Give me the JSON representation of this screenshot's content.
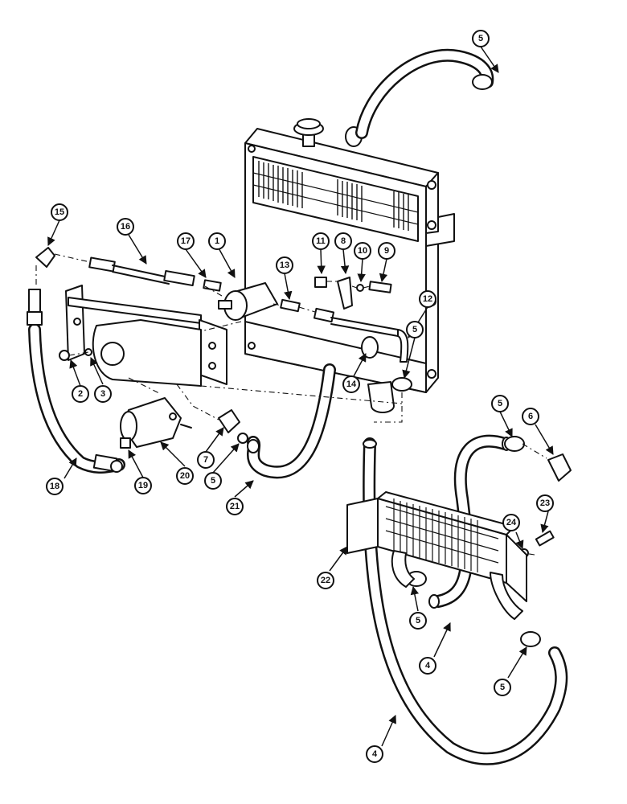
{
  "callouts": [
    {
      "label": "1"
    },
    {
      "label": "2"
    },
    {
      "label": "3"
    },
    {
      "label": "4"
    },
    {
      "label": "4"
    },
    {
      "label": "5"
    },
    {
      "label": "5"
    },
    {
      "label": "5"
    },
    {
      "label": "5"
    },
    {
      "label": "5"
    },
    {
      "label": "5"
    },
    {
      "label": "6"
    },
    {
      "label": "7"
    },
    {
      "label": "8"
    },
    {
      "label": "9"
    },
    {
      "label": "10"
    },
    {
      "label": "11"
    },
    {
      "label": "12"
    },
    {
      "label": "13"
    },
    {
      "label": "14"
    },
    {
      "label": "15"
    },
    {
      "label": "16"
    },
    {
      "label": "17"
    },
    {
      "label": "18"
    },
    {
      "label": "19"
    },
    {
      "label": "20"
    },
    {
      "label": "21"
    },
    {
      "label": "22"
    },
    {
      "label": "23"
    },
    {
      "label": "24"
    }
  ]
}
